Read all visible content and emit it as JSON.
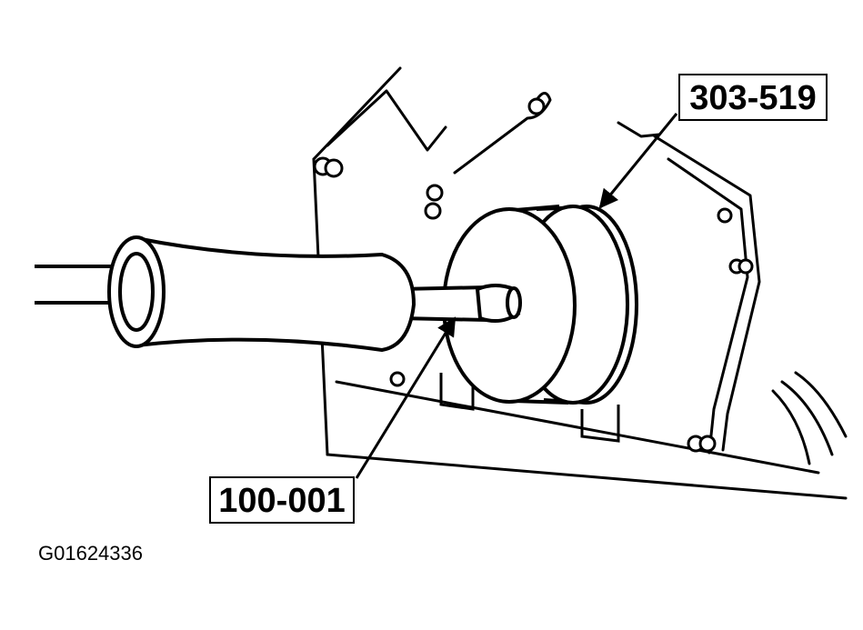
{
  "callouts": {
    "seal_installer": "303-519",
    "slide_hammer": "100-001"
  },
  "figure_id": "G01624336",
  "colors": {
    "ink": "#000000",
    "paper": "#ffffff",
    "shade": "#e6e6e6"
  }
}
